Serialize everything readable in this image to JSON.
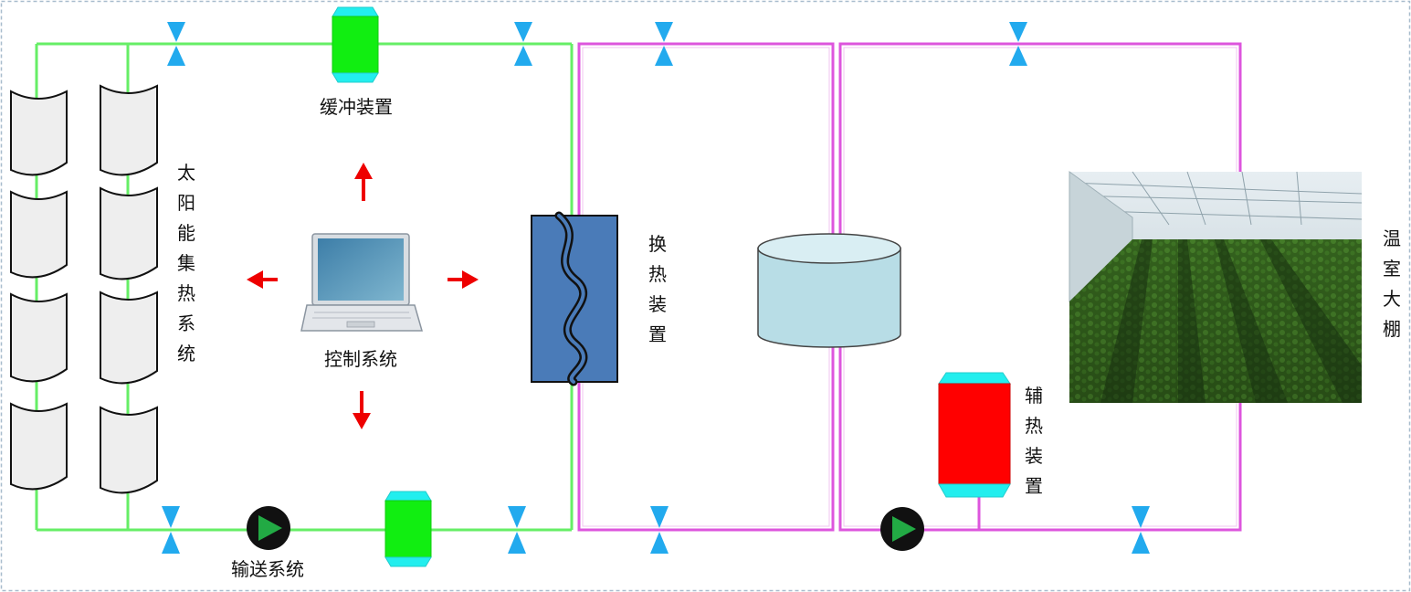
{
  "labels": {
    "buffer": "缓冲装置",
    "control": "控制系统",
    "transport": "输送系统",
    "solar": "太阳能集热系统",
    "exchanger": "换热装置",
    "aux_heater": "辅热装置",
    "greenhouse": "温室大棚"
  },
  "colors": {
    "solar_loop_pipe": "#66ee66",
    "hot_loop_pipe": "#dd55dd",
    "hot_loop_pipe_light": "#ee99ee",
    "valve": "#22aaee",
    "buffer_body": "#11ee11",
    "buffer_cap": "#22eeee",
    "aux_heater_body": "#ff0000",
    "exchanger_body": "#4a7bb8",
    "tank_body": "#b8dde6",
    "arrow": "#ee0000",
    "pump_body": "#111111",
    "pump_arrow": "#22aa44",
    "collector": "#eeeeee"
  },
  "icons": [
    "valve-icon",
    "pump-icon",
    "laptop-icon",
    "arrow-icon",
    "wavy-coil-icon",
    "greenhouse-photo"
  ]
}
